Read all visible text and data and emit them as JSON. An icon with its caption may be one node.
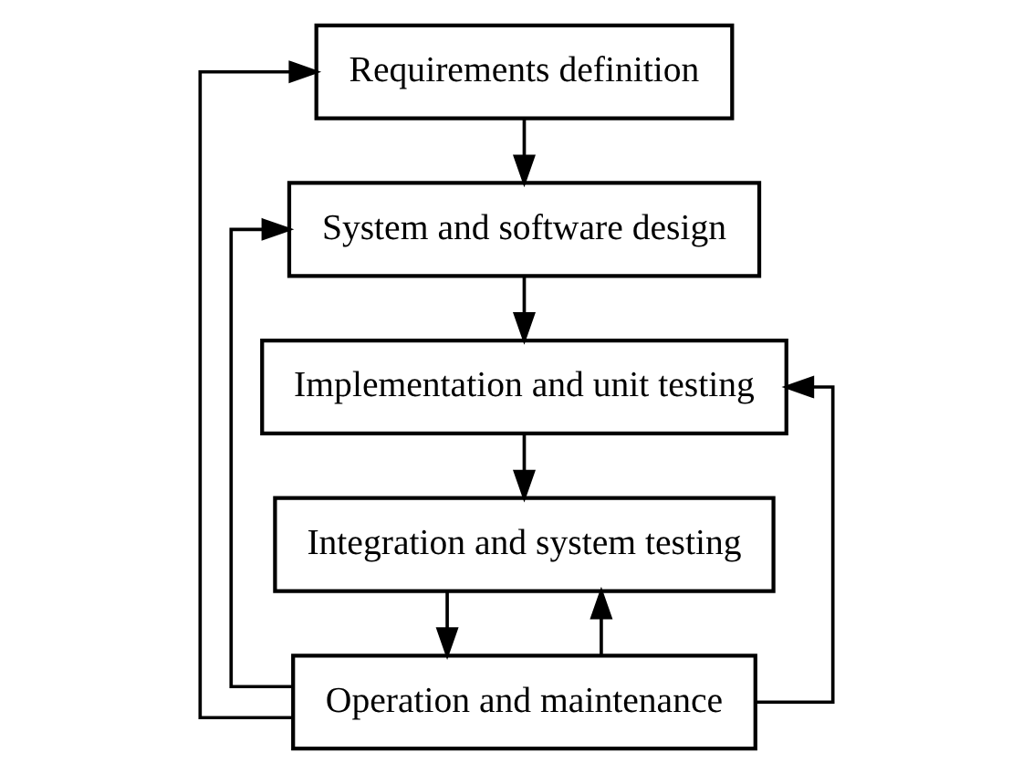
{
  "diagram": {
    "nodes": [
      {
        "text": [
          "Requirements definition"
        ]
      },
      {
        "text": [
          "System and software design"
        ]
      },
      {
        "text": [
          "Implementation and unit testing"
        ]
      },
      {
        "text": [
          "Integration and system testing"
        ]
      },
      {
        "text": [
          "Operation and maintenance"
        ]
      }
    ],
    "edges": [
      {
        "from": 0,
        "to": 1,
        "arrow": "to"
      },
      {
        "from": 1,
        "to": 2,
        "arrow": "to"
      },
      {
        "from": 2,
        "to": 3,
        "arrow": "to"
      },
      {
        "from": 3,
        "to": 4,
        "arrow": "to"
      },
      {
        "from": 4,
        "to": 3,
        "arrow": "to"
      },
      {
        "from": 4,
        "to": 2,
        "arrow": "to"
      },
      {
        "from": 4,
        "to": 1,
        "arrow": "to"
      },
      {
        "from": 4,
        "to": 0,
        "arrow": "to"
      }
    ]
  }
}
